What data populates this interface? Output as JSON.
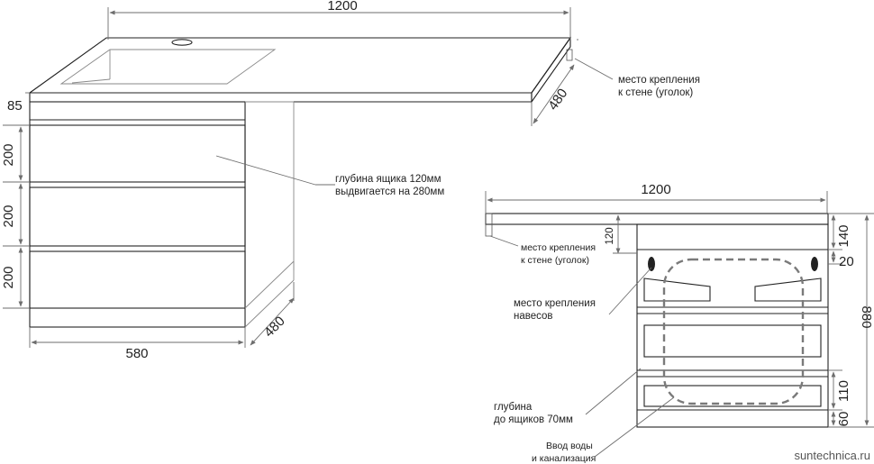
{
  "left_view": {
    "width_top": "1200",
    "depth_top": "480",
    "counter_thickness": "85",
    "drawer_heights": [
      "200",
      "200",
      "200"
    ],
    "cabinet_width": "580",
    "cabinet_depth": "480",
    "wall_mount_note": [
      "место крепления",
      "к стене (уголок)"
    ],
    "drawer_note": [
      "глубина ящика 120мм",
      "выдвигается на 280мм"
    ]
  },
  "right_view": {
    "width_top": "1200",
    "depth_120": "120",
    "dim_140": "140",
    "dim_20": "20",
    "total_height": "880",
    "dim_110": "110",
    "dim_60": "60",
    "wall_mount_note": [
      "место крепления",
      "к стене (уголок)"
    ],
    "hinge_note": [
      "место крепления",
      "навесов"
    ],
    "depth_note": [
      "глубина",
      "до ящиков 70мм"
    ],
    "inlet_note": [
      "Ввод воды",
      "и канализация"
    ]
  },
  "watermark": "suntechnica.ru"
}
